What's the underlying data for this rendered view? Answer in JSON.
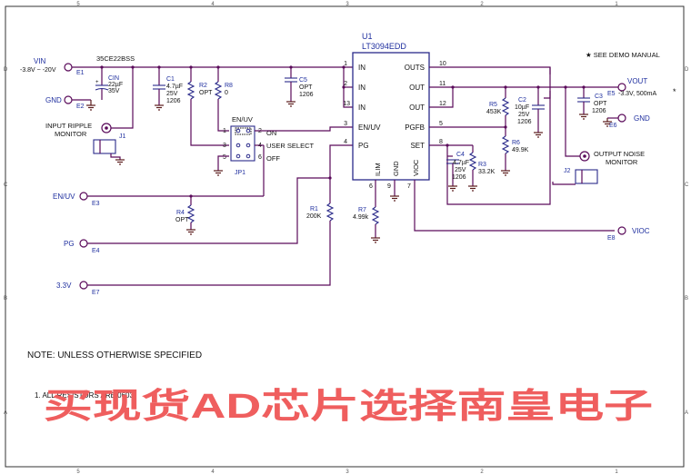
{
  "sheet": {
    "top_labels": [
      "5",
      "4",
      "3",
      "2",
      "1"
    ],
    "side_labels": [
      "D",
      "C",
      "B",
      "A"
    ],
    "demo_manual_note": "★ SEE DEMO MANUAL",
    "notes_title": "NOTE: UNLESS OTHERWISE SPECIFIED",
    "notes_item": "1. ALL RESISTORS ARE 0603",
    "watermark": "买现货AD芯片选择南皇电子",
    "colors": {
      "wire": "#5a0a5a",
      "label": "#1f2f9f",
      "watermark": "#ef5e5e"
    }
  },
  "ic": {
    "ref": "U1",
    "part": "LT3094EDD",
    "pins": [
      {
        "num": "1",
        "name": "IN"
      },
      {
        "num": "2",
        "name": "IN"
      },
      {
        "num": "13",
        "name": "IN"
      },
      {
        "num": "3",
        "name": "EN/UV"
      },
      {
        "num": "4",
        "name": "PG"
      },
      {
        "num": "10",
        "name": "OUTS"
      },
      {
        "num": "11",
        "name": "OUT"
      },
      {
        "num": "12",
        "name": "OUT"
      },
      {
        "num": "5",
        "name": "PGFB"
      },
      {
        "num": "8",
        "name": "SET"
      },
      {
        "num": "6",
        "name": "ILIM"
      },
      {
        "num": "9",
        "name": "GND"
      },
      {
        "num": "7",
        "name": "VIOC"
      }
    ]
  },
  "connectors": {
    "vin": {
      "label": "VIN",
      "range": "-3.8V ~ -20V",
      "ref": "E1"
    },
    "gnd_in": {
      "label": "GND",
      "ref": "E2"
    },
    "input_ripple": {
      "line1": "INPUT RIPPLE",
      "line2": "MONITOR",
      "ref": "J1"
    },
    "en_uv": {
      "label": "EN/UV",
      "ref": "E3"
    },
    "pg": {
      "label": "PG",
      "ref": "E4"
    },
    "v33": {
      "label": "3.3V",
      "ref": "E7"
    },
    "vout": {
      "label": "VOUT",
      "value": "-3.3V, 500mA",
      "ref": "E5"
    },
    "gnd_out": {
      "label": "GND",
      "ref": "E6"
    },
    "output_noise": {
      "line1": "OUTPUT NOISE",
      "line2": "MONITOR",
      "ref": "J2"
    },
    "vioc": {
      "label": "VIOC",
      "ref": "E8"
    }
  },
  "components": {
    "cin": {
      "ref": "CIN",
      "part": "35CE22BSS",
      "v1": "22µF",
      "v2": "35V"
    },
    "c1": {
      "ref": "C1",
      "v1": "4.7µF",
      "v2": "25V",
      "v3": "1206"
    },
    "r2": {
      "ref": "R2",
      "v1": "OPT"
    },
    "r8": {
      "ref": "R8",
      "v1": "0"
    },
    "c5": {
      "ref": "C5",
      "v1": "OPT",
      "v2": "1206"
    },
    "r4": {
      "ref": "R4",
      "v1": "OPT"
    },
    "r1": {
      "ref": "R1",
      "v1": "200K"
    },
    "r7": {
      "ref": "R7",
      "v1": "4.99k"
    },
    "r5": {
      "ref": "R5",
      "v1": "453K"
    },
    "r6": {
      "ref": "R6",
      "v1": "49.9K"
    },
    "c2": {
      "ref": "C2",
      "v1": "10µF",
      "v2": "25V",
      "v3": "1206"
    },
    "c3": {
      "ref": "C3",
      "v1": "OPT",
      "v2": "1206"
    },
    "c4": {
      "ref": "C4",
      "v1": "4.7µF",
      "v2": "25V",
      "v3": "1206"
    },
    "r3": {
      "ref": "R3",
      "v1": "33.2K"
    }
  },
  "jumper": {
    "title": "EN/UV",
    "ref": "JP1",
    "rows": [
      {
        "left": "1",
        "right": "2",
        "label": "ON"
      },
      {
        "left": "3",
        "right": "4",
        "label": "USER SELECT"
      },
      {
        "left": "5",
        "right": "6",
        "label": "OFF"
      }
    ]
  }
}
